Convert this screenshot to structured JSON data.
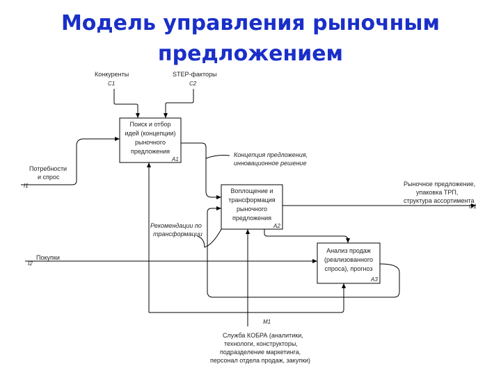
{
  "title_line1": "Модель управления рыночным",
  "title_line2": "предложением",
  "boxes": [
    {
      "lines": [
        "Поиск и отбор",
        "идей (концепции)",
        "рыночного",
        "предложения"
      ],
      "id": "A1"
    },
    {
      "lines": [
        "Воплощение и",
        "трансформация",
        "рыночного",
        "предложения"
      ],
      "id": "A2"
    },
    {
      "lines": [
        "Анализ продаж",
        "(реализованного",
        "спроса), прогноз"
      ],
      "id": "A3"
    }
  ],
  "controls": [
    {
      "label": "Конкуренты",
      "code": "C1"
    },
    {
      "label": "STEP-факторы",
      "code": "C2"
    }
  ],
  "inputs": [
    {
      "lines": [
        "Потребности",
        "и спрос"
      ],
      "code": "I1"
    },
    {
      "lines": [
        "Покупки"
      ],
      "code": "I2"
    }
  ],
  "outputs": [
    {
      "lines": [
        "Рыночное предложение,",
        "упаковка ТРП,",
        "структура ассортимента"
      ],
      "code": "O1"
    }
  ],
  "intermediate": [
    {
      "lines": [
        "Концепция предложения,",
        "инновационное решение"
      ]
    },
    {
      "lines": [
        "Рекомендации по",
        "трансформации"
      ]
    }
  ],
  "mechanism": {
    "code": "M1",
    "lines": [
      "Служба КОБРА (аналитики,",
      "технологи, конструкторы,",
      "подразделение маркетинга,",
      "персонал отдела продаж, закупки)"
    ]
  }
}
